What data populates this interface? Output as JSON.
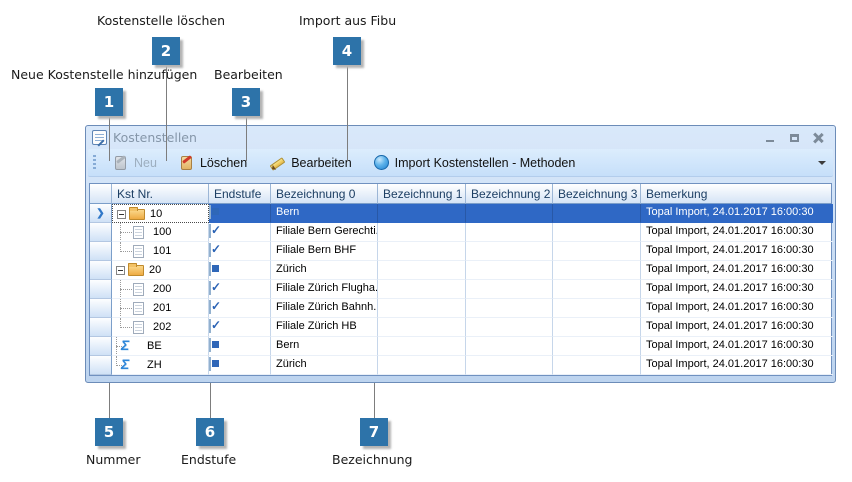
{
  "annotations": {
    "top_labels": [
      {
        "text": "Kostenstelle löschen"
      },
      {
        "text": "Import aus Fibu"
      },
      {
        "text": "Neue Kostenstelle hinzufügen"
      },
      {
        "text": "Bearbeiten"
      }
    ],
    "callouts": [
      "1",
      "2",
      "3",
      "4",
      "5",
      "6",
      "7"
    ],
    "bottom_labels": [
      {
        "text": "Nummer"
      },
      {
        "text": "Endstufe"
      },
      {
        "text": "Bezeichnung"
      }
    ],
    "callout_color": "#2d73a9"
  },
  "window": {
    "title": "Kostenstellen",
    "controls": [
      "minimize-icon",
      "maximize-icon",
      "close-icon"
    ]
  },
  "toolbar": {
    "neu_label": "Neu",
    "loeschen_label": "Löschen",
    "bearbeiten_label": "Bearbeiten",
    "import_label": "Import Kostenstellen - Methoden",
    "icons": [
      "new-note-icon",
      "delete-note-icon",
      "pencil-icon",
      "import-sphere-icon",
      "dropdown-arrow-icon"
    ]
  },
  "grid": {
    "columns": [
      "Kst Nr.",
      "Endstufe",
      "Bezeichnung 0",
      "Bezeichnung 1",
      "Bezeichnung 2",
      "Bezeichnung 3",
      "Bemerkung"
    ],
    "selection_color": "#2f68c5",
    "rows": [
      {
        "nr": "10",
        "icon": "folder",
        "level": 0,
        "expander": true,
        "tree": "none",
        "endstufe": "partial",
        "bez0": "Bern",
        "bez1": "",
        "bez2": "",
        "bez3": "",
        "bemerkung": "Topal Import, 24.01.2017 16:00:30",
        "selected": true
      },
      {
        "nr": "100",
        "icon": "page",
        "level": 1,
        "expander": false,
        "tree": "mid",
        "endstufe": "checked",
        "bez0": "Filiale Bern Gerechti...",
        "bez1": "",
        "bez2": "",
        "bez3": "",
        "bemerkung": "Topal Import, 24.01.2017 16:00:30",
        "selected": false
      },
      {
        "nr": "101",
        "icon": "page",
        "level": 1,
        "expander": false,
        "tree": "last",
        "endstufe": "checked",
        "bez0": "Filiale Bern BHF",
        "bez1": "",
        "bez2": "",
        "bez3": "",
        "bemerkung": "Topal Import, 24.01.2017 16:00:30",
        "selected": false
      },
      {
        "nr": "20",
        "icon": "folder",
        "level": 0,
        "expander": true,
        "tree": "none",
        "endstufe": "partial",
        "bez0": "Zürich",
        "bez1": "",
        "bez2": "",
        "bez3": "",
        "bemerkung": "Topal Import, 24.01.2017 16:00:30",
        "selected": false
      },
      {
        "nr": "200",
        "icon": "page",
        "level": 1,
        "expander": false,
        "tree": "mid",
        "endstufe": "checked",
        "bez0": "Filiale Zürich Flugha...",
        "bez1": "",
        "bez2": "",
        "bez3": "",
        "bemerkung": "Topal Import, 24.01.2017 16:00:30",
        "selected": false
      },
      {
        "nr": "201",
        "icon": "page",
        "level": 1,
        "expander": false,
        "tree": "mid",
        "endstufe": "checked",
        "bez0": "Filiale Zürich Bahnh...",
        "bez1": "",
        "bez2": "",
        "bez3": "",
        "bemerkung": "Topal Import, 24.01.2017 16:00:30",
        "selected": false
      },
      {
        "nr": "202",
        "icon": "page",
        "level": 1,
        "expander": false,
        "tree": "last",
        "endstufe": "checked",
        "bez0": "Filiale Zürich HB",
        "bez1": "",
        "bez2": "",
        "bez3": "",
        "bemerkung": "Topal Import, 24.01.2017 16:00:30",
        "selected": false
      },
      {
        "nr": "BE",
        "icon": "sigma",
        "level": 0,
        "expander": false,
        "tree": "root-mid",
        "endstufe": "partial",
        "bez0": "Bern",
        "bez1": "",
        "bez2": "",
        "bez3": "",
        "bemerkung": "Topal Import, 24.01.2017 16:00:30",
        "selected": false
      },
      {
        "nr": "ZH",
        "icon": "sigma",
        "level": 0,
        "expander": false,
        "tree": "root-last",
        "endstufe": "partial",
        "bez0": "Zürich",
        "bez1": "",
        "bez2": "",
        "bez3": "",
        "bemerkung": "Topal Import, 24.01.2017 16:00:30",
        "selected": false
      }
    ]
  }
}
